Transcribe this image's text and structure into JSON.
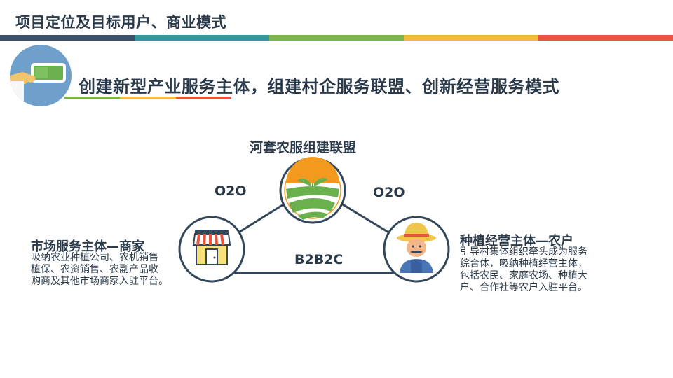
{
  "header": {
    "title": "项目定位及目标用户、商业模式",
    "band_colors": [
      "#3a5068",
      "#2e9b9b",
      "#7ab648",
      "#f0be3c",
      "#e8543f"
    ]
  },
  "subtitle": {
    "text": "创建新型产业服务主体，组建村企服务联盟、创新经营服务模式",
    "underline_colors": [
      "#7ab648",
      "#f0be3c",
      "#e8543f"
    ]
  },
  "diagram": {
    "top_label": "河套农服组建联盟",
    "edge_left": "O2O",
    "edge_right": "O2O",
    "edge_bottom": "B2B2C",
    "left_node": {
      "title": "市场服务主体—商家",
      "desc_lines": [
        "吸纳农业种植公司、农机销售",
        "植保、农资销售、农副产品收",
        "购商及其他市场商家入驻平台。"
      ]
    },
    "right_node": {
      "title": "种植经营主体—农户",
      "desc_lines": [
        "引导村集体组织牵头成为服务",
        "综合体，吸纳种植经营主体，",
        "包括农民、家庭农场、种植大",
        "户、合作社等农户入驻平台。"
      ]
    },
    "colors": {
      "line": "#33475b",
      "accent_orange": "#f39a1e",
      "accent_green": "#6ab04c"
    }
  }
}
